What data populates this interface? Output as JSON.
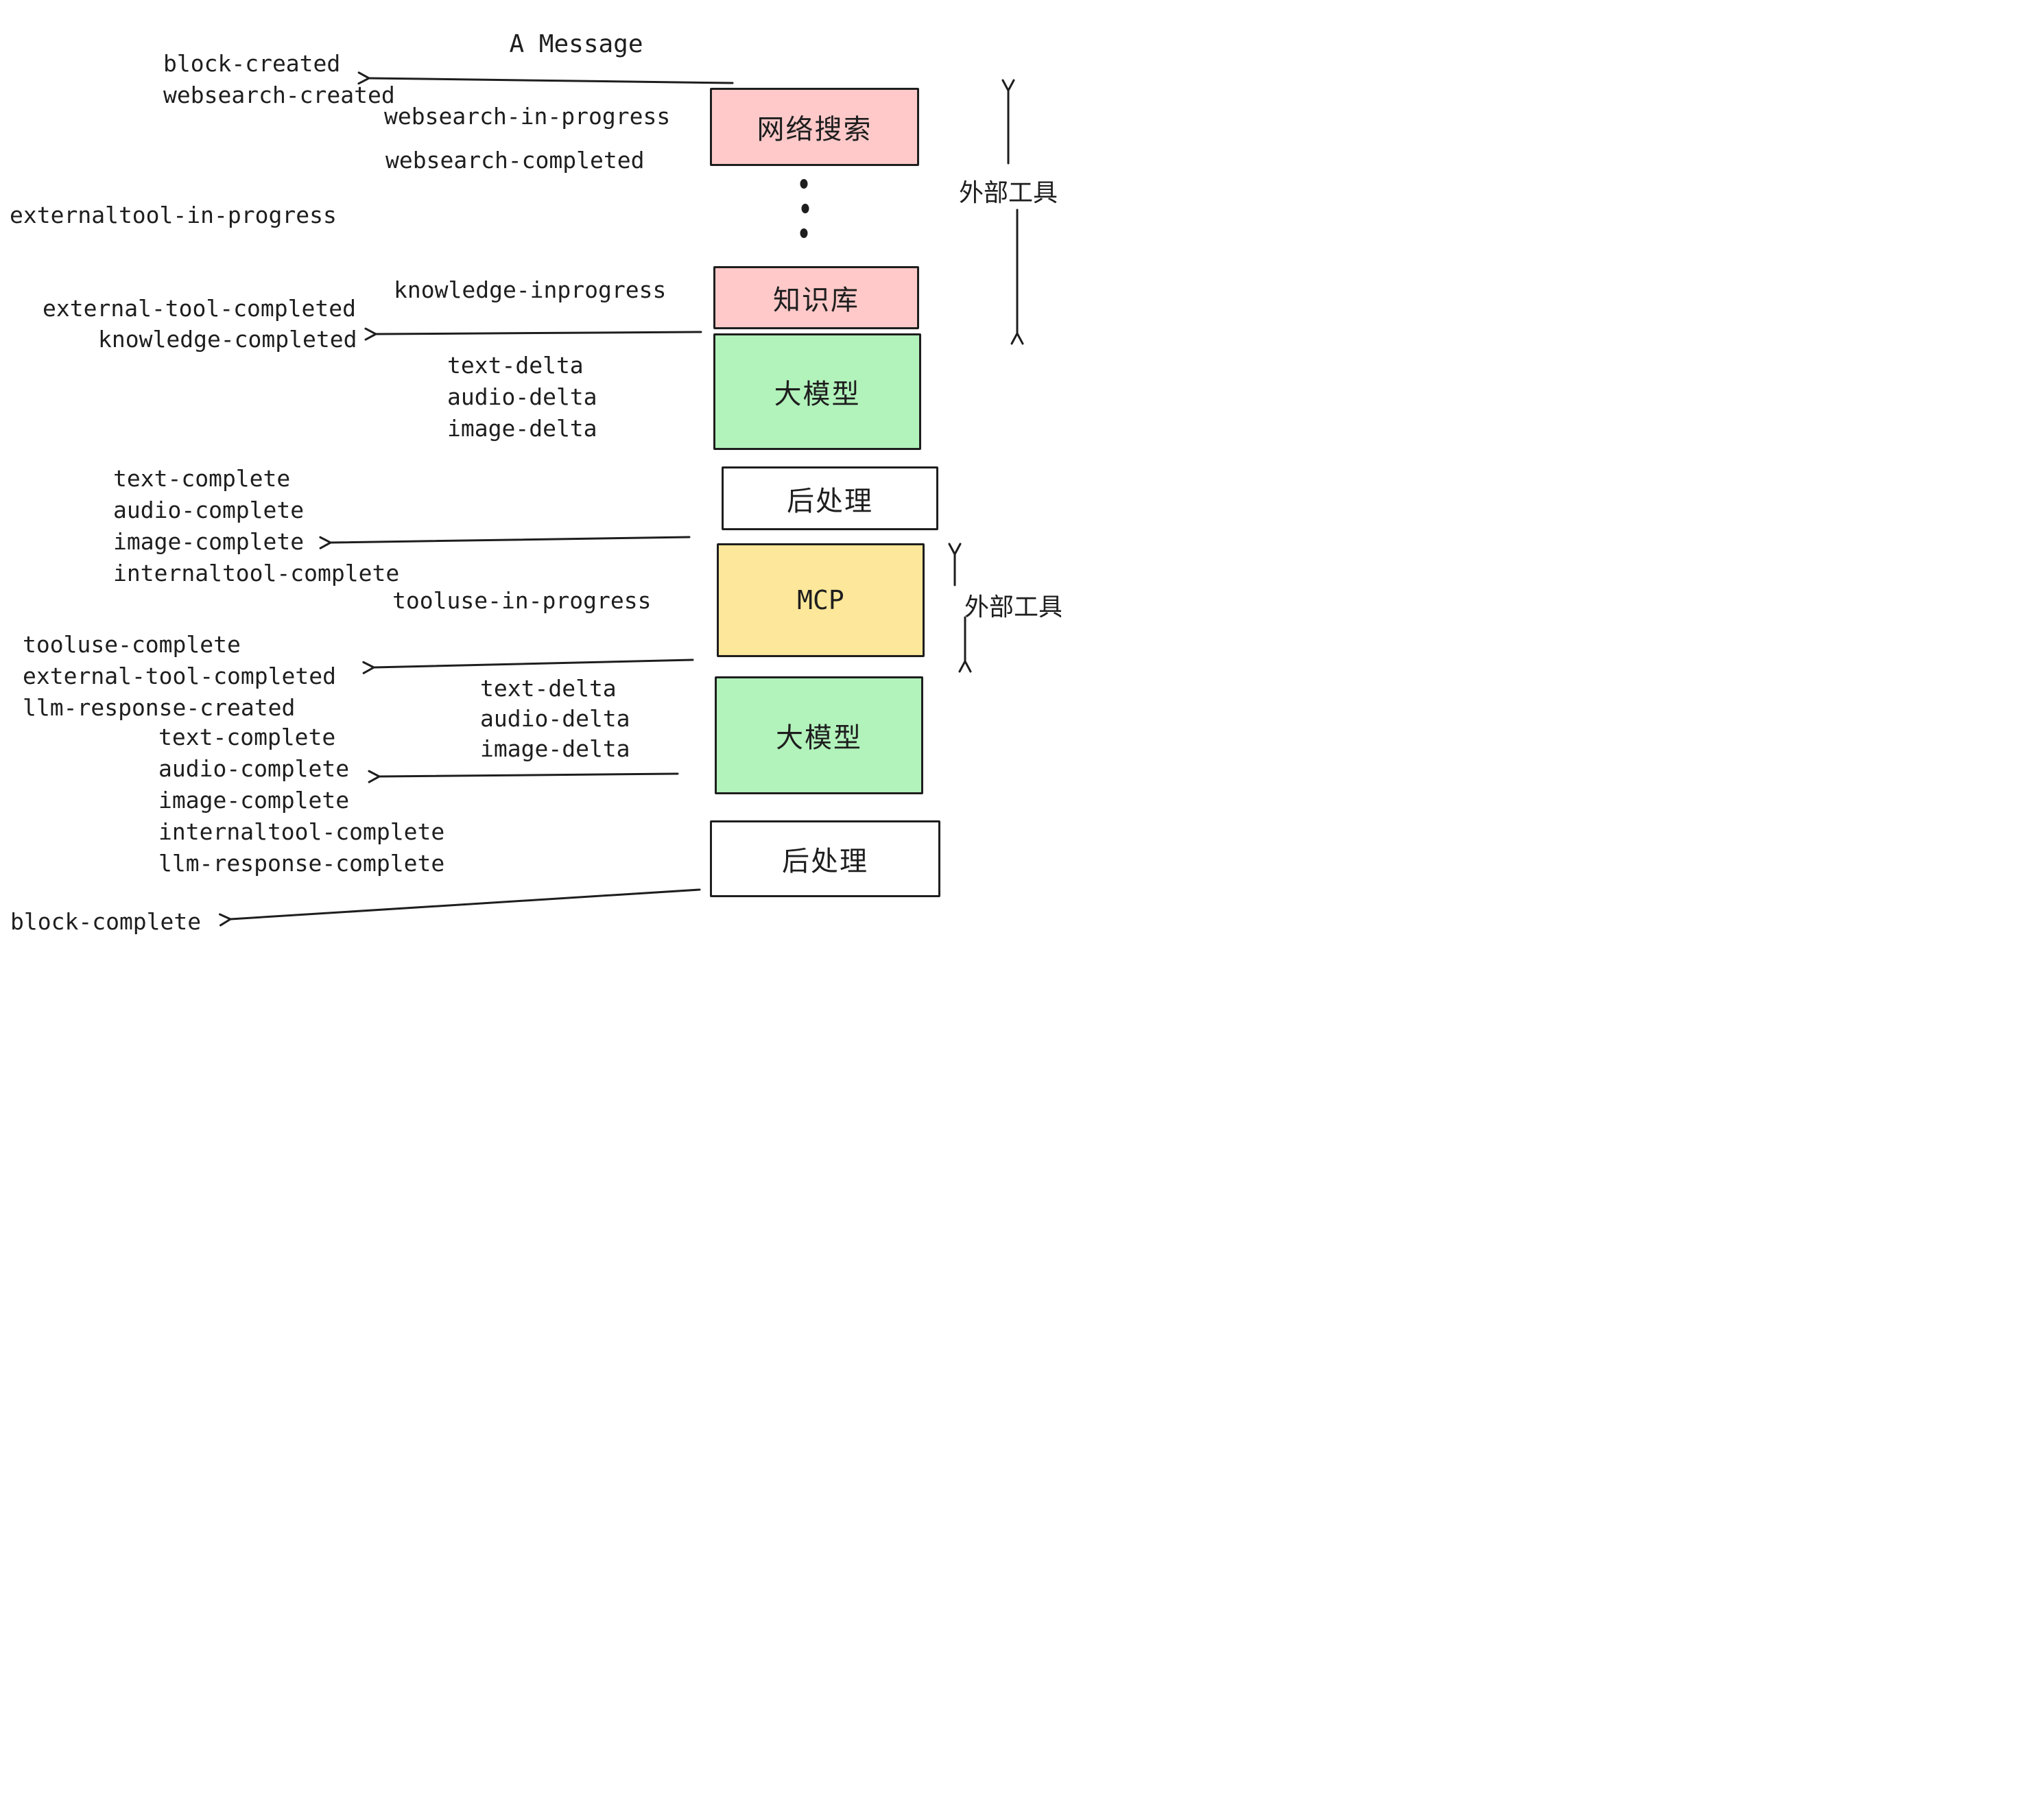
{
  "title": "A Message",
  "colors": {
    "ink": "#1e1e1e",
    "box_pink": "#ffc9c9",
    "box_green": "#b2f2bb",
    "box_yellow": "#fce79a",
    "box_white": "#ffffff",
    "background": "#ffffff"
  },
  "boxes": [
    {
      "id": "websearch",
      "label": "网络搜索",
      "fill": "pink"
    },
    {
      "id": "knowledge",
      "label": "知识库",
      "fill": "pink"
    },
    {
      "id": "llm-1",
      "label": "大模型",
      "fill": "green"
    },
    {
      "id": "postprocess-1",
      "label": "后处理",
      "fill": "white"
    },
    {
      "id": "mcp",
      "label": "MCP",
      "fill": "yellow"
    },
    {
      "id": "llm-2",
      "label": "大模型",
      "fill": "green"
    },
    {
      "id": "postprocess-2",
      "label": "后处理",
      "fill": "white"
    }
  ],
  "events": [
    "block-created",
    "websearch-created",
    "websearch-in-progress",
    "websearch-completed",
    "externaltool-in-progress",
    "knowledge-inprogress",
    "external-tool-completed",
    "knowledge-completed",
    "text-delta",
    "audio-delta",
    "image-delta",
    "text-complete",
    "audio-complete",
    "image-complete",
    "internaltool-complete",
    "tooluse-in-progress",
    "tooluse-complete",
    "external-tool-completed",
    "llm-response-created",
    "text-complete",
    "audio-complete",
    "image-complete",
    "internaltool-complete",
    "llm-response-complete",
    "block-complete",
    "text-delta",
    "audio-delta",
    "image-delta"
  ],
  "side_labels": {
    "top": "外部工具",
    "bottom": "外部工具"
  }
}
